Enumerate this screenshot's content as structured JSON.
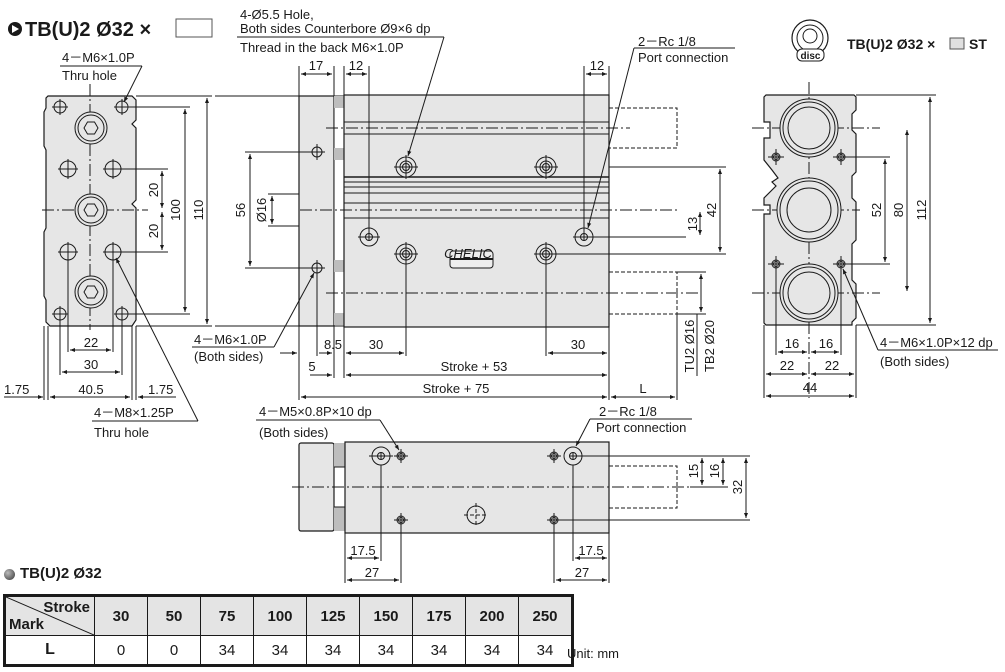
{
  "header": {
    "model_title": "TB(U)2 Ø32 ×",
    "st_model_title": "TB(U)2 Ø32 ×",
    "st_suffix": "ST",
    "disc_icon_text": "disc"
  },
  "front_view": {
    "callout_top_line1": "4－M6×1.0P",
    "callout_top_line2": "Thru hole",
    "callout_bottom_line1": "4－M8×1.25P",
    "callout_bottom_line2": "Thru hole",
    "dims": {
      "pitch_upper": "20",
      "pitch_lower": "20",
      "height_inner": "100",
      "height_total": "110",
      "width_22": "22",
      "width_30": "30",
      "width_40_5": "40.5",
      "edge_left": "1.75",
      "edge_right": "1.75"
    }
  },
  "side_view": {
    "callout_counterbore_line1": "4-Ø5.5 Hole,",
    "callout_counterbore_line2": "Both sides Counterbore Ø9×6 dp",
    "callout_counterbore_line3": "Thread in the back M6×1.0P",
    "callout_port_line1": "2－Rc 1/8",
    "callout_port_line2": "Port connection",
    "callout_m6_line1": "4－M6×1.0P",
    "callout_m6_line2": "(Both sides)",
    "nameplate_brand": "CHELIC",
    "dims": {
      "plate_17": "17",
      "left_12": "12",
      "right_12": "12",
      "height_110": "110",
      "pitch_56": "56",
      "dia_16": "Ø16",
      "right_13": "13",
      "right_42": "42",
      "rod_tu2": "TU2 Ø16",
      "rod_tb2": "TB2 Ø20",
      "d8_5": "8.5",
      "left_30": "30",
      "right_30": "30",
      "d5": "5",
      "stroke_53": "Stroke + 53",
      "stroke_75": "Stroke + 75",
      "L": "L"
    }
  },
  "rear_view": {
    "callout_line1": "4－M6×1.0P×12 dp",
    "callout_line2": "(Both sides)",
    "dims": {
      "pitch_52": "52",
      "pitch_80": "80",
      "height_112": "112",
      "w16_left": "16",
      "w16_right": "16",
      "w22_left": "22",
      "w22_right": "22",
      "width_44": "44"
    }
  },
  "top_view": {
    "callout_m5_line1": "4－M5×0.8P×10 dp",
    "callout_m5_line2": "(Both sides)",
    "callout_port_line1": "2－Rc 1/8",
    "callout_port_line2": "Port connection",
    "dims": {
      "right_15": "15",
      "right_16": "16",
      "right_32": "32",
      "left_17_5": "17.5",
      "left_27": "27",
      "right_17_5": "17.5",
      "right_27": "27"
    }
  },
  "table": {
    "title": "TB(U)2 Ø32",
    "corner_top": "Stroke",
    "corner_bottom": "Mark",
    "strokes": [
      "30",
      "50",
      "75",
      "100",
      "125",
      "150",
      "175",
      "200",
      "250"
    ],
    "row_label": "L",
    "values": [
      "0",
      "0",
      "34",
      "34",
      "34",
      "34",
      "34",
      "34",
      "34"
    ],
    "unit": "Unit: mm"
  }
}
